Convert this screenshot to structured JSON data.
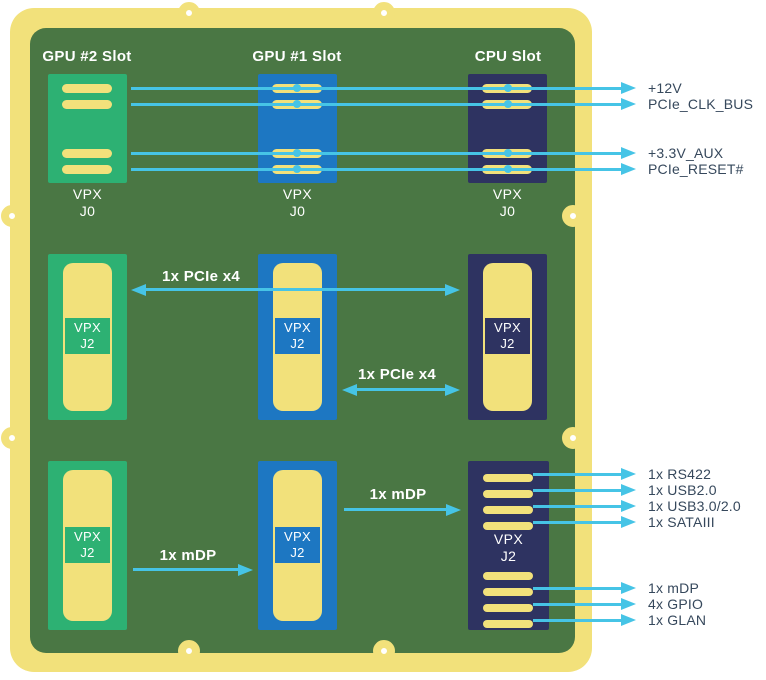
{
  "colors": {
    "pcb_green": "#4A7744",
    "frame_yellow": "#F2E17B",
    "gpu2_green": "#2DB173",
    "gpu1_blue": "#1D77C2",
    "cpu_navy": "#2E3361",
    "signal_cyan": "#46C4E6",
    "label_ink": "#36485C"
  },
  "slot_titles": [
    "GPU #2 Slot",
    "GPU #1 Slot",
    "CPU Slot"
  ],
  "connector": {
    "vpx": "VPX",
    "j0": "J0",
    "j2": "J2"
  },
  "j0_signals": [
    "+12V",
    "PCIe_CLK_BUS",
    "+3.3V_AUX",
    "PCIe_RESET#"
  ],
  "links": {
    "gpu2_cpu_pcie": "1x PCIe x4",
    "gpu1_cpu_pcie": "1x PCIe x4",
    "gpu2_gpu1_mdp": "1x mDP",
    "gpu1_cpu_mdp": "1x mDP"
  },
  "cpu_j2_io_upper": [
    "1x RS422",
    "1x USB2.0",
    "1x USB3.0/2.0",
    "1x SATAIII"
  ],
  "cpu_j2_io_lower": [
    "1x mDP",
    "4x GPIO",
    "1x GLAN"
  ]
}
